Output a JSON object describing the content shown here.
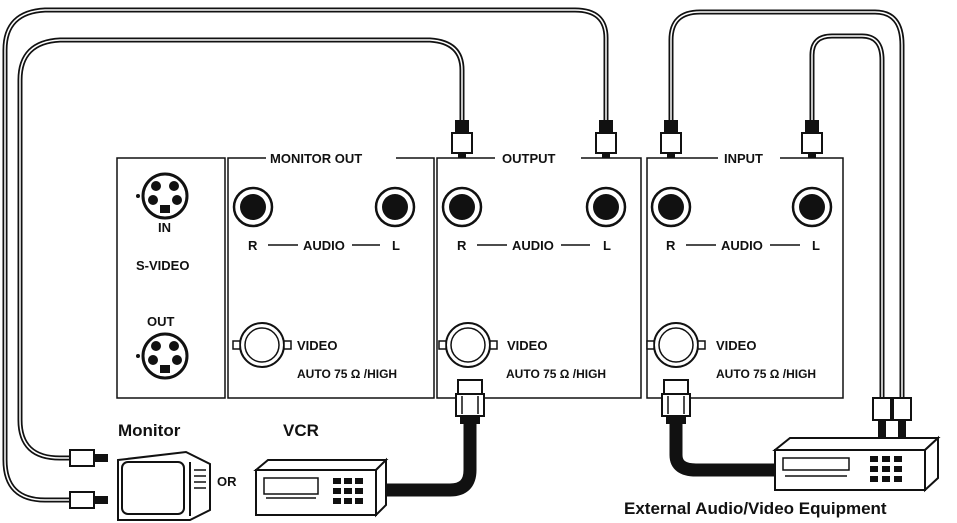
{
  "panel": {
    "svideo": {
      "in_label": "IN",
      "label": "S-VIDEO",
      "out_label": "OUT"
    },
    "monitor_out": {
      "title": "MONITOR OUT",
      "r": "R",
      "audio": "AUDIO",
      "l": "L",
      "video": "VIDEO",
      "auto": "AUTO 75 Ω /HIGH"
    },
    "output": {
      "title": "OUTPUT",
      "r": "R",
      "audio": "AUDIO",
      "l": "L",
      "video": "VIDEO",
      "auto": "AUTO 75 Ω /HIGH"
    },
    "input": {
      "title": "INPUT",
      "r": "R",
      "audio": "AUDIO",
      "l": "L",
      "video": "VIDEO",
      "auto": "AUTO 75 Ω /HIGH"
    }
  },
  "devices": {
    "monitor": "Monitor",
    "vcr": "VCR",
    "or": "OR",
    "external": "External Audio/Video Equipment"
  }
}
